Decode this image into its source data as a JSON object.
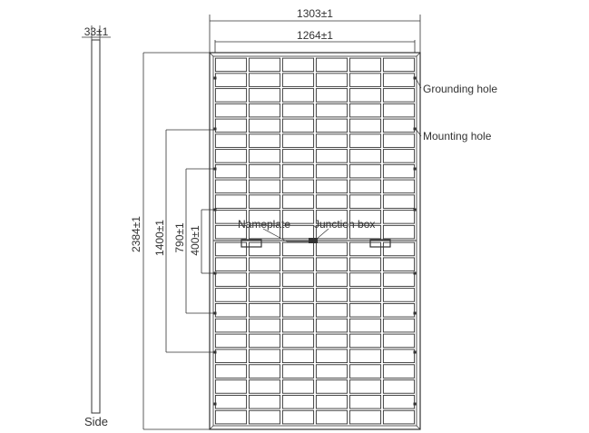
{
  "dimensions": {
    "overall_width": "1303±1",
    "inner_width": "1264±1",
    "height": "2384±1",
    "mounting_hole_spacing_1400": "1400±1",
    "mounting_hole_spacing_790": "790±1",
    "mounting_hole_spacing_400": "400±1",
    "thickness": "33±1"
  },
  "labels": {
    "grounding_hole": "Grounding hole",
    "mounting_hole": "Mounting hole",
    "nameplate": "Nameplate",
    "junction_box": "Junction box",
    "side": "Side"
  },
  "panel": {
    "cell_columns": 6,
    "cell_rows_per_half": 12,
    "halves": 2
  },
  "colors": {
    "line": "#333333"
  }
}
